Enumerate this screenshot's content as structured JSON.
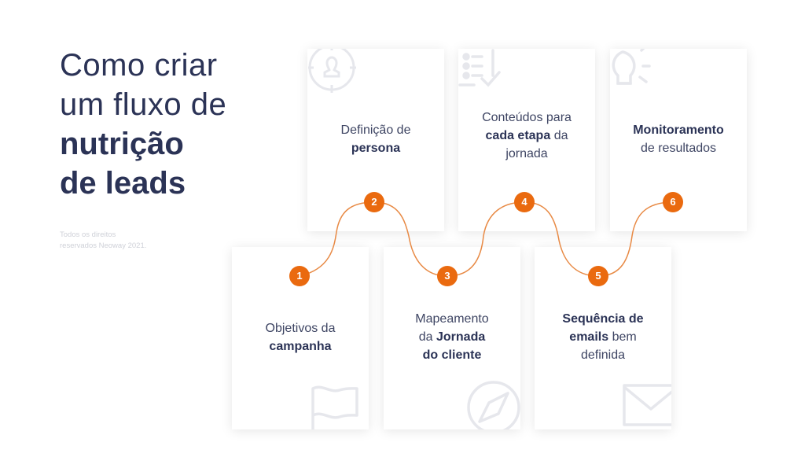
{
  "title": {
    "line1": "Como criar",
    "line2": "um fluxo de",
    "line3": "nutrição",
    "line4": "de leads"
  },
  "copyright": {
    "line1": "Todos os direitos",
    "line2": "reservados Neoway 2021."
  },
  "accent_color": "#ea6a0f",
  "steps": [
    {
      "number": "1",
      "icon": "flag-icon",
      "parts": [
        {
          "t": "Objetivos da",
          "b": false
        },
        {
          "t": "campanha",
          "b": true
        }
      ]
    },
    {
      "number": "2",
      "icon": "persona-target-icon",
      "parts": [
        {
          "t": "Definição de",
          "b": false
        },
        {
          "t": "persona",
          "b": true
        }
      ]
    },
    {
      "number": "3",
      "icon": "compass-icon",
      "parts": [
        {
          "t": "Mapeamento",
          "b": false
        },
        {
          "t": "da",
          "b": false
        },
        {
          "t": "Jornada",
          "b": true
        },
        {
          "t": "do cliente",
          "b": true
        }
      ]
    },
    {
      "number": "4",
      "icon": "checklist-icon",
      "parts": [
        {
          "t": "Conteúdos para",
          "b": false
        },
        {
          "t": "cada etapa",
          "b": true
        },
        {
          "t": "da",
          "b": false
        },
        {
          "t": "jornada",
          "b": false
        }
      ]
    },
    {
      "number": "5",
      "icon": "envelope-icon",
      "parts": [
        {
          "t": "Sequência de",
          "b": true
        },
        {
          "t": "emails",
          "b": true
        },
        {
          "t": "bem",
          "b": false
        },
        {
          "t": "definida",
          "b": false
        }
      ]
    },
    {
      "number": "6",
      "icon": "lightbulb-icon",
      "parts": [
        {
          "t": "Monitoramento",
          "b": true
        },
        {
          "t": "de resultados",
          "b": false
        }
      ]
    }
  ]
}
